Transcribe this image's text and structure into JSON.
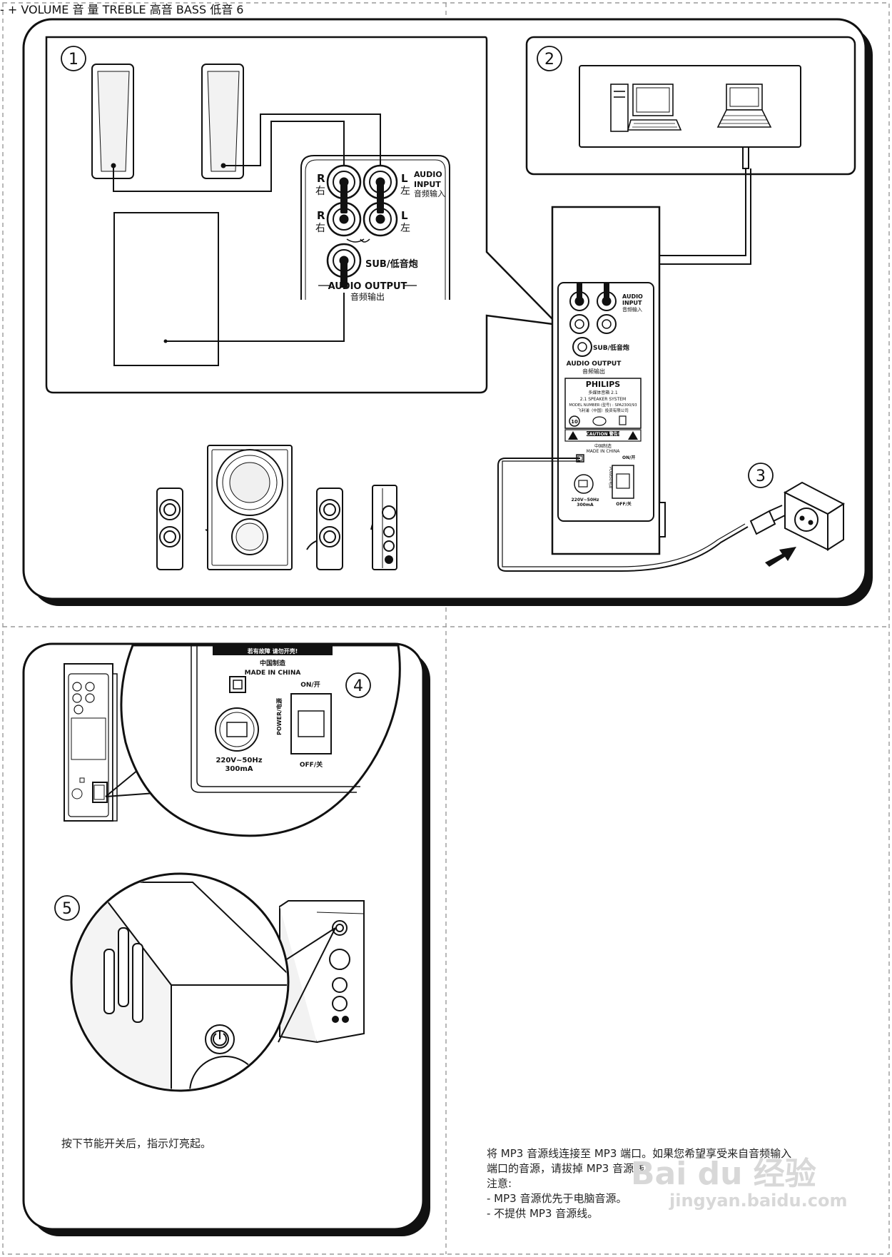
{
  "steps": {
    "s1": "1",
    "s2": "2",
    "s3": "3",
    "s4": "4",
    "s5": "5",
    "s6": "6"
  },
  "panel1": {
    "audio_input": [
      "AUDIO",
      "INPUT",
      "音频输入"
    ],
    "right_top": [
      "R",
      "右"
    ],
    "left_top": [
      "L",
      "左"
    ],
    "right_bottom": [
      "R",
      "右"
    ],
    "left_bottom": [
      "L",
      "左"
    ],
    "sub": "SUB/低音炮",
    "audio_output": [
      "AUDIO OUTPUT",
      "音频输出"
    ]
  },
  "rear_panel": {
    "audio_input": [
      "AUDIO",
      "INPUT",
      "音频输入"
    ],
    "sub": "SUB/低音炮",
    "audio_output": [
      "AUDIO OUTPUT",
      "音频输出"
    ],
    "brand": "PHILIPS",
    "line1": "多媒体音箱 2.1",
    "line2": "2.1 SPEAKER SYSTEM",
    "line3": "MODEL NUMBER (型号) : SPA2300/93",
    "line4": "飞利浦（中国）投资有限公司",
    "badge": "10",
    "caution": "CAUTION 警告!",
    "made_cn": "中国制造",
    "made_en": "MADE IN CHINA",
    "power_spec": [
      "220V~50Hz",
      "300mA"
    ],
    "on": "ON/开",
    "off": "OFF/关",
    "power": "POWER/电源"
  },
  "zoom4": {
    "top_strip": "若有故障 请勿开壳!",
    "made_cn": "中国制造",
    "made_en": "MADE IN CHINA",
    "on": "ON/开",
    "power": "POWER/电源",
    "spec1": "220V~50Hz",
    "spec2": "300mA",
    "off": "OFF/关"
  },
  "zoom6": {
    "volume_en": "VOLUME",
    "volume_cn": "音 量",
    "minus": "-",
    "plus": "+",
    "treble_en": "TREBLE",
    "treble_cn": "高音",
    "bass_en": "BASS",
    "bass_cn": "低音"
  },
  "text5": "按下节能开关后，指示灯亮起。",
  "text6": [
    "将 MP3 音源线连接至 MP3 端口。如果您希望享受来自音频输入",
    "端口的音源，请拔掉 MP3 音源线。",
    "注意:",
    "- MP3 音源优先于电脑音源。",
    "- 不提供 MP3 音源线。"
  ],
  "watermark": {
    "main": "Bai du 经验",
    "sub": "jingyan.baidu.com"
  }
}
